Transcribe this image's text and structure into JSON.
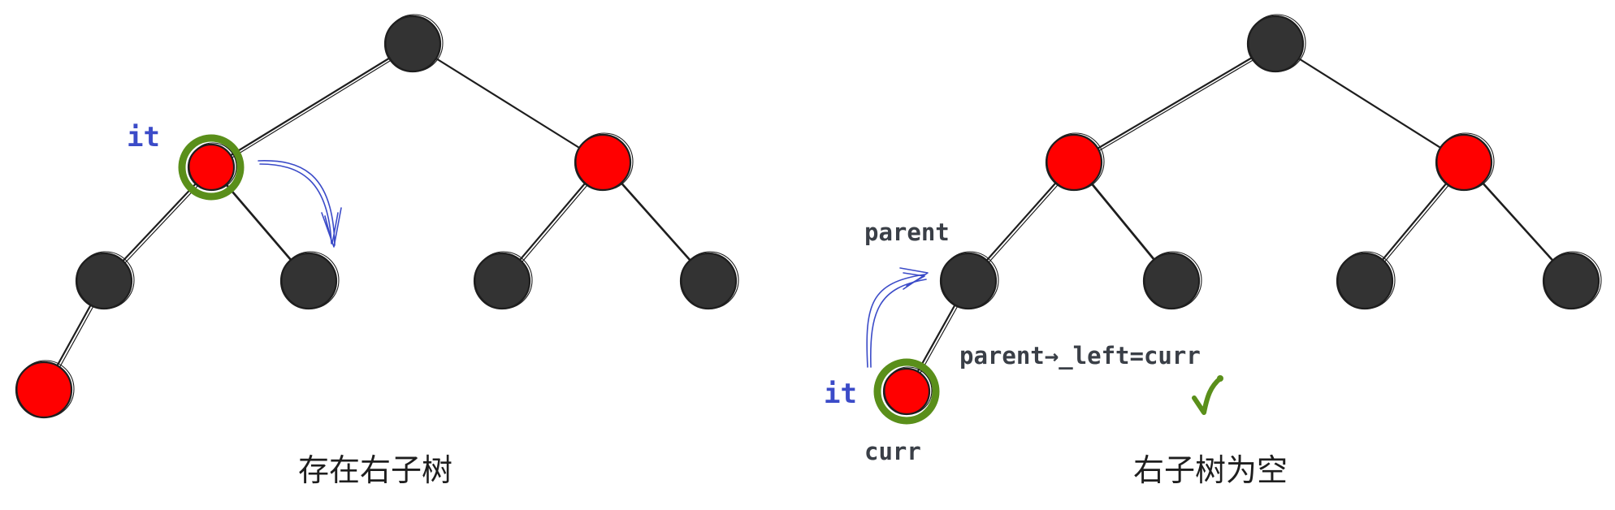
{
  "colors": {
    "black_node": "#333333",
    "red_node": "#ff0000",
    "highlight_ring": "#5a8f1a",
    "pointer_blue": "#3b4bc8",
    "label_gray": "#3a3f47",
    "check_green": "#5a8f1a"
  },
  "left_tree": {
    "caption": "存在右子树",
    "pointer_label": "it",
    "nodes": [
      {
        "id": "L-root",
        "color": "black"
      },
      {
        "id": "L-a",
        "color": "red",
        "highlight": true
      },
      {
        "id": "L-b",
        "color": "red"
      },
      {
        "id": "L-c",
        "color": "black"
      },
      {
        "id": "L-d",
        "color": "black"
      },
      {
        "id": "L-e",
        "color": "black"
      },
      {
        "id": "L-f",
        "color": "black"
      },
      {
        "id": "L-g",
        "color": "red"
      }
    ]
  },
  "right_tree": {
    "caption": "右子树为空",
    "pointer_label": "it",
    "parent_label": "parent",
    "curr_label": "curr",
    "code_label": "parent→_left=curr",
    "nodes": [
      {
        "id": "R-root",
        "color": "black"
      },
      {
        "id": "R-a",
        "color": "red"
      },
      {
        "id": "R-b",
        "color": "red"
      },
      {
        "id": "R-c",
        "color": "black"
      },
      {
        "id": "R-d",
        "color": "black"
      },
      {
        "id": "R-e",
        "color": "black"
      },
      {
        "id": "R-f",
        "color": "black"
      },
      {
        "id": "R-g",
        "color": "red",
        "highlight": true
      }
    ]
  }
}
